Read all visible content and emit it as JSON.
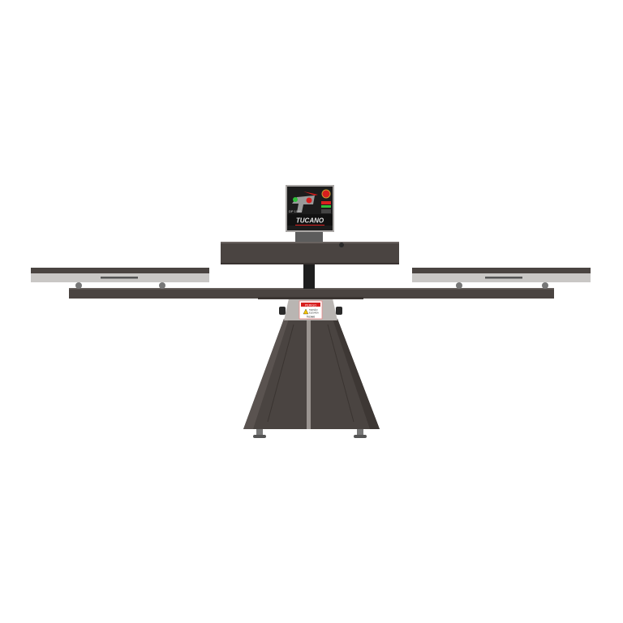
{
  "product": {
    "brand_logo": "TUCANO",
    "model_text": "DP 1000",
    "warning_label": {
      "title": "PERIGO",
      "line1": "TENSÃO",
      "line2": "ELEVADA",
      "brand": "TUCANO"
    }
  },
  "colors": {
    "background": "#ffffff",
    "frame_dark": "#4a4441",
    "platen_gray": "#c9c7c5",
    "panel_black": "#1c1c1c",
    "accent_red": "#d81e1e",
    "accent_green": "#2fbf3a"
  }
}
